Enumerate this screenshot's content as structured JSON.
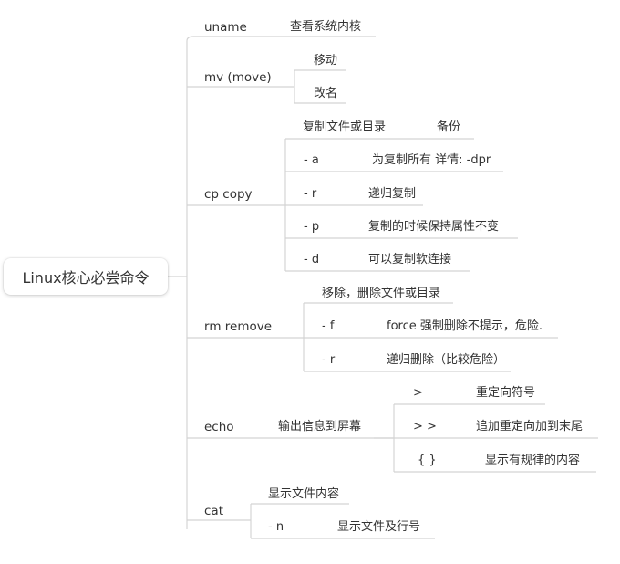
{
  "root": "Linux核心必尝命令",
  "commands": {
    "uname": {
      "name": "uname",
      "desc": "查看系统内核"
    },
    "mv": {
      "name": "mv (move)",
      "items": [
        "移动",
        "改名"
      ]
    },
    "cp": {
      "name": "cp copy",
      "desc": "复制文件或目录",
      "desc_note": "备份",
      "options": [
        {
          "flag": "- a",
          "desc": "为复制所有 详情: -dpr"
        },
        {
          "flag": "- r",
          "desc": "递归复制"
        },
        {
          "flag": "-  p",
          "desc": "复制的时候保持属性不变"
        },
        {
          "flag": "- d",
          "desc": "可以复制软连接"
        }
      ]
    },
    "rm": {
      "name": "rm  remove",
      "desc": "移除，删除文件或目录",
      "options": [
        {
          "flag": "- f",
          "desc": "force 强制删除不提示，危险."
        },
        {
          "flag": "- r",
          "desc": "递归删除（比较危险）"
        }
      ]
    },
    "echo": {
      "name": "echo",
      "desc": "输出信息到屏幕",
      "options": [
        {
          "flag": ">",
          "desc": "重定向符号"
        },
        {
          "flag": "> >",
          "desc": "追加重定向加到末尾"
        },
        {
          "flag": "{  }",
          "desc": "显示有规律的内容"
        }
      ]
    },
    "cat": {
      "name": "cat",
      "desc": "显示文件内容",
      "options": [
        {
          "flag": "- n",
          "desc": "显示文件及行号"
        }
      ]
    }
  }
}
